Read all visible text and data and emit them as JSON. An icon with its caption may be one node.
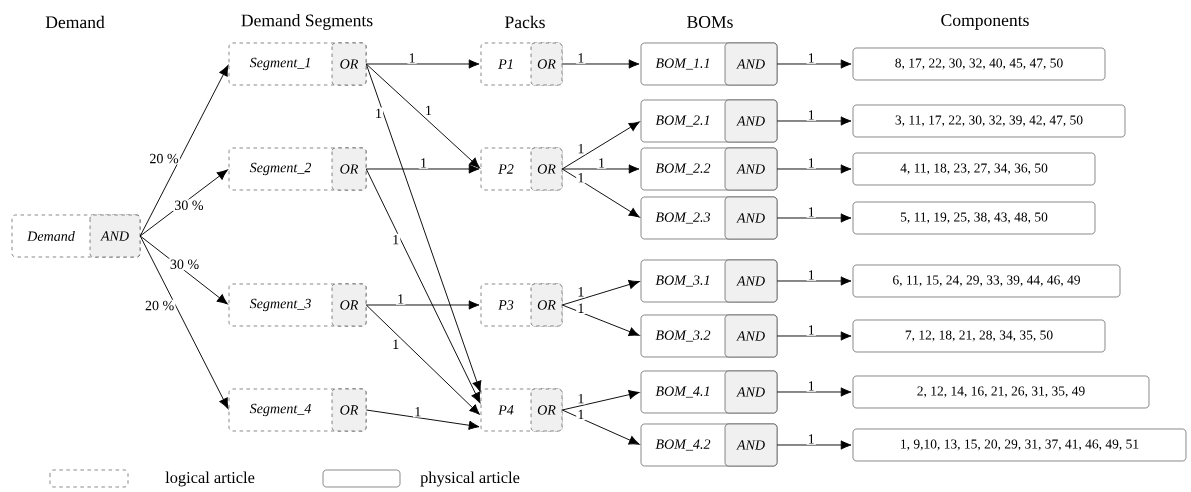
{
  "diagram": {
    "nodes": [
      {
        "text": [
          "Demand",
          "AND"
        ]
      },
      {
        "text": [
          "Segment_1",
          "OR"
        ]
      },
      {
        "text": [
          "Segment_2",
          "OR"
        ]
      },
      {
        "text": [
          "Segment_3",
          "OR"
        ]
      },
      {
        "text": [
          "Segment_4",
          "OR"
        ]
      },
      {
        "text": [
          "P1",
          "OR"
        ]
      },
      {
        "text": [
          "P2",
          "OR"
        ]
      },
      {
        "text": [
          "P3",
          "OR"
        ]
      },
      {
        "text": [
          "P4",
          "OR"
        ]
      },
      {
        "text": [
          "BOM_1.1",
          "AND"
        ]
      },
      {
        "text": [
          "BOM_2.1",
          "AND"
        ]
      },
      {
        "text": [
          "BOM_2.2",
          "AND"
        ]
      },
      {
        "text": [
          "BOM_2.3",
          "AND"
        ]
      },
      {
        "text": [
          "BOM_3.1",
          "AND"
        ]
      },
      {
        "text": [
          "BOM_3.2",
          "AND"
        ]
      },
      {
        "text": [
          "BOM_4.1",
          "AND"
        ]
      },
      {
        "text": [
          "BOM_4.2",
          "AND"
        ]
      },
      {
        "text": [
          "8, 17, 22, 30, 32, 40, 45, 47, 50"
        ]
      },
      {
        "text": [
          "3, 11, 17, 22, 30, 32, 39, 42, 47, 50"
        ]
      },
      {
        "text": [
          "4, 11, 18, 23, 27, 34, 36, 50"
        ]
      },
      {
        "text": [
          "5, 11, 19, 25, 38, 43, 48, 50"
        ]
      },
      {
        "text": [
          "6, 11, 15, 24, 29, 33, 39, 44, 46, 49"
        ]
      },
      {
        "text": [
          "7, 12, 18, 21, 28, 34, 35, 50"
        ]
      },
      {
        "text": [
          "2, 12, 14, 16, 21, 26, 31, 35, 49"
        ]
      },
      {
        "text": [
          "1, 9,10, 13, 15, 20, 29, 31, 37, 41, 46, 49, 51"
        ]
      }
    ],
    "edges": [
      {
        "from": 0,
        "to": 1,
        "arrow": "to",
        "label": "20 %"
      },
      {
        "from": 0,
        "to": 2,
        "arrow": "to",
        "label": "30 %"
      },
      {
        "from": 0,
        "to": 3,
        "arrow": "to",
        "label": "30 %"
      },
      {
        "from": 0,
        "to": 4,
        "arrow": "to",
        "label": "20 %"
      },
      {
        "from": 1,
        "to": 5,
        "arrow": "to",
        "label": "1"
      },
      {
        "from": 1,
        "to": 6,
        "arrow": "to",
        "label": "1"
      },
      {
        "from": 1,
        "to": 8,
        "arrow": "to",
        "label": "1"
      },
      {
        "from": 2,
        "to": 6,
        "arrow": "to",
        "label": "1"
      },
      {
        "from": 2,
        "to": 8,
        "arrow": "to",
        "label": "1"
      },
      {
        "from": 3,
        "to": 7,
        "arrow": "to",
        "label": "1"
      },
      {
        "from": 3,
        "to": 8,
        "arrow": "to",
        "label": "1"
      },
      {
        "from": 4,
        "to": 8,
        "arrow": "to",
        "label": "1"
      },
      {
        "from": 5,
        "to": 9,
        "arrow": "to",
        "label": "1"
      },
      {
        "from": 6,
        "to": 10,
        "arrow": "to",
        "label": "1"
      },
      {
        "from": 6,
        "to": 11,
        "arrow": "to",
        "label": "1"
      },
      {
        "from": 6,
        "to": 12,
        "arrow": "to",
        "label": "1"
      },
      {
        "from": 7,
        "to": 13,
        "arrow": "to",
        "label": "1"
      },
      {
        "from": 7,
        "to": 14,
        "arrow": "to",
        "label": "1"
      },
      {
        "from": 8,
        "to": 15,
        "arrow": "to",
        "label": "1"
      },
      {
        "from": 8,
        "to": 16,
        "arrow": "to",
        "label": "1"
      },
      {
        "from": 9,
        "to": 17,
        "arrow": "to",
        "label": "1"
      },
      {
        "from": 10,
        "to": 18,
        "arrow": "to",
        "label": "1"
      },
      {
        "from": 11,
        "to": 19,
        "arrow": "to",
        "label": "1"
      },
      {
        "from": 12,
        "to": 20,
        "arrow": "to",
        "label": "1"
      },
      {
        "from": 13,
        "to": 21,
        "arrow": "to",
        "label": "1"
      },
      {
        "from": 14,
        "to": 22,
        "arrow": "to",
        "label": "1"
      },
      {
        "from": 15,
        "to": 23,
        "arrow": "to",
        "label": "1"
      },
      {
        "from": 16,
        "to": 24,
        "arrow": "to",
        "label": "1"
      }
    ],
    "labels": [
      "Demand",
      "Demand Segments",
      "Packs",
      "BOMs",
      "Components"
    ],
    "legend": [
      {
        "text": "logical article"
      },
      {
        "text": "physical article"
      }
    ]
  }
}
